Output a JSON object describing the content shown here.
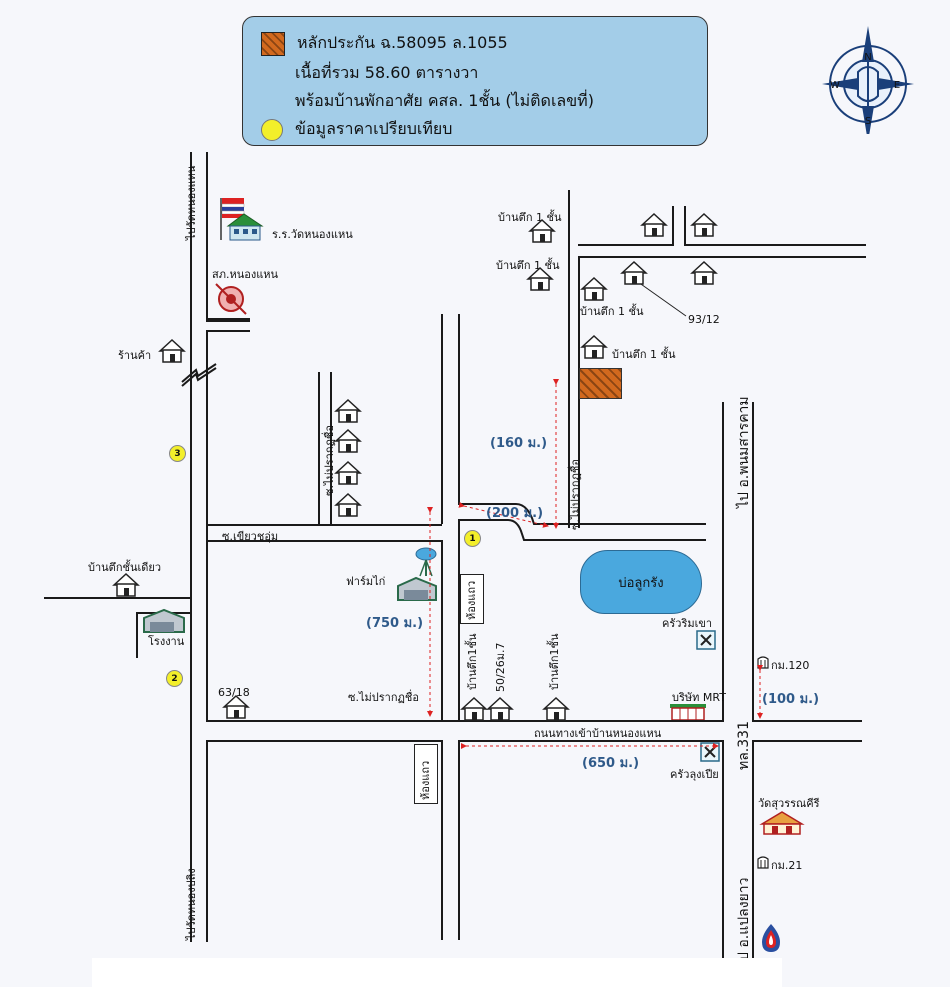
{
  "legend": {
    "plot_label": "หลักประกัน ฉ.58095 ล.1055",
    "area_label": "เนื้อที่รวม 58.60 ตารางวา",
    "house_label": "พร้อมบ้านพักอาศัย คสล. 1ชั้น (ไม่ติดเลขที่)",
    "comparison_label": "ข้อมูลราคาเปรียบเทียบ"
  },
  "compass": {
    "n": "N",
    "e": "E",
    "s": "S",
    "w": "W"
  },
  "roads": {
    "wat_nong_haen": "ไปวัดหนองแหน",
    "wat_nong_plueng": "ไปวัดหนองปลิง",
    "kiao_cha_um": "ซ.เขียวชอุ่ม",
    "mai_prak_chue_1": "ซ.ไม่ปรากฏชื่อ",
    "mai_prak_chue_2": "ซ.ไม่ปรากฏชื่อ",
    "mai_prak_chue_3": "ซ.ไม่ปรากฏชื่อ",
    "entrance_road": "ถนนทางเข้าบ้านหนองแหน",
    "phanom_sarakham": "ไป อ.พนมสารคาม",
    "route_331": "ทล.331",
    "plaeng_yao": "ไป อ.แปลงยาว"
  },
  "places": {
    "school": "ร.ร.วัดหนองแหน",
    "police": "สภ.หนองแหน",
    "shop": "ร้านค้า",
    "single_house": "บ้านตึกชั้นเดียว",
    "factory": "โรงงาน",
    "chicken_farm": "ฟาร์มไก่",
    "pond": "บ่อลูกรัง",
    "restaurant_rim_khao": "ครัวริมเขา",
    "restaurant_lung_pia": "ครัวลุงเปีย",
    "mrt_company": "บริษัท MRT",
    "temple": "วัดสุวรรณคีรี",
    "km120": "กม.120",
    "km21": "กม.21",
    "addr_63_18": "63/18",
    "addr_93_12": "93/12",
    "addr_50_26": "50/26ม.7",
    "shophouse_1": "ห้องแถว",
    "shophouse_2": "ห้องแถว",
    "bt1_a": "บ้านตึก 1 ชั้น",
    "bt1_b": "บ้านตึก 1 ชั้น",
    "bt1_c": "บ้านตึก 1 ชั้น",
    "bt1_d": "บ้านตึก 1 ชั้น",
    "bt1_v1": "บ้านตึก1ชั้น",
    "bt1_v2": "บ้านตึก1ชั้น"
  },
  "distances": {
    "d160": "(160 ม.)",
    "d200": "(200 ม.)",
    "d750": "(750 ม.)",
    "d650": "(650 ม.)",
    "d100": "(100 ม.)"
  },
  "markers": {
    "m1": "1",
    "m2": "2",
    "m3": "3"
  }
}
